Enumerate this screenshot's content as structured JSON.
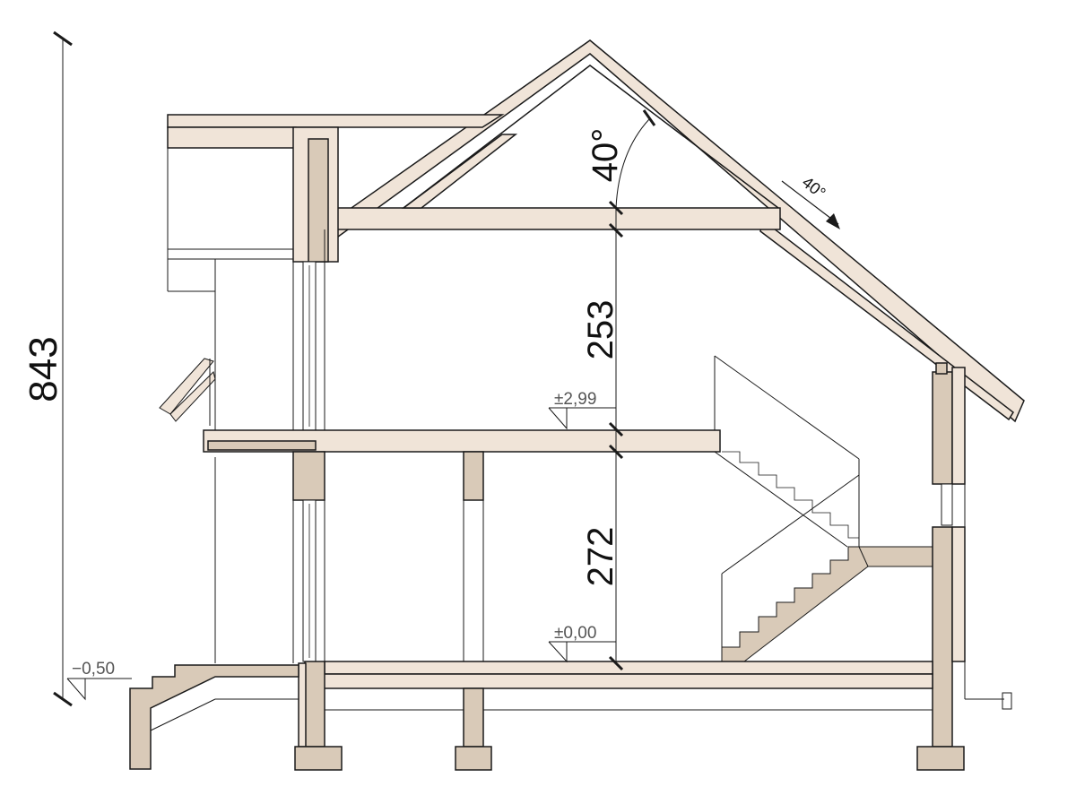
{
  "drawing": {
    "overall_height": "843",
    "floor_height_upper": "253",
    "floor_height_ground": "272",
    "roof_angle_label": "40°",
    "roof_pitch_label": "40°",
    "level_first_floor": "±2,99",
    "level_ground_floor": "±0,00",
    "level_terrain": "−0,50"
  },
  "colors": {
    "timber": "#f0e4d8",
    "concrete": "#d9cab8",
    "line": "#1a1a1a",
    "thin": "#444444"
  }
}
